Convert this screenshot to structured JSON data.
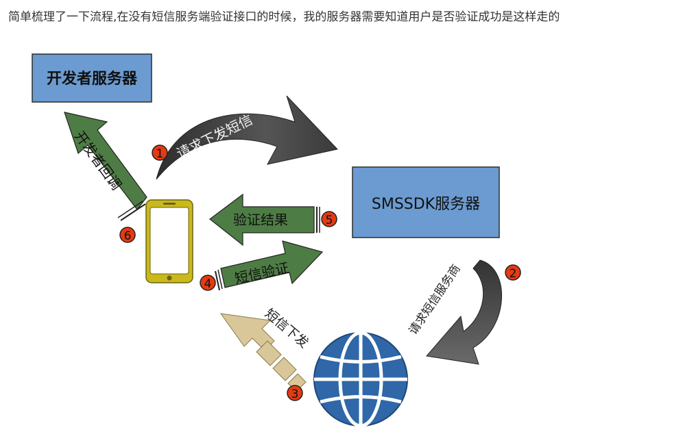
{
  "intro_text": "简单梳理了一下流程,在没有短信服务端验证接口的时候，我的服务器需要知道用户是否验证成功是这样走的",
  "boxes": {
    "developer_server": "开发者服务器",
    "smssdk_server": "SMSSDK服务器"
  },
  "arrows": {
    "request_sms": "请求下发短信",
    "request_sms_provider": "请求短信服务商",
    "sms_delivery": "短信下发",
    "sms_verify": "短信验证",
    "verify_result": "验证结果",
    "developer_callback": "开发者回调"
  },
  "steps": [
    "1",
    "2",
    "3",
    "4",
    "5",
    "6"
  ],
  "colors": {
    "box_blue": "#6b9bd0",
    "arrow_green": "#4e7c45",
    "arrow_dark": "#3d3d3d",
    "arrow_tan": "#d9c79a",
    "step_red": "#e53a12",
    "phone_frame": "#c9b91b",
    "globe_blue": "#2f67a8"
  },
  "icons": [
    "phone-icon",
    "globe-icon"
  ]
}
